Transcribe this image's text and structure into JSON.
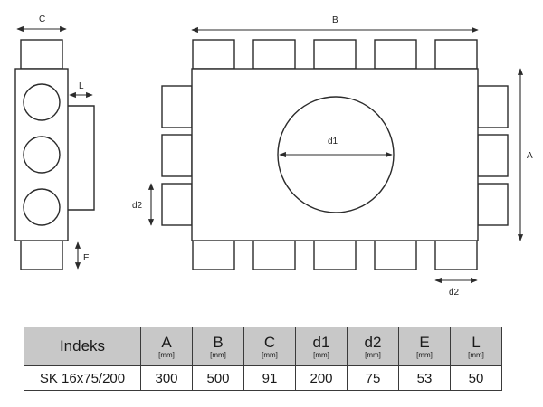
{
  "diagram": {
    "labels": {
      "C": "C",
      "B": "B",
      "A": "A",
      "L": "L",
      "E": "E",
      "d1": "d1",
      "d2_left": "d2",
      "d2_bottom": "d2"
    }
  },
  "table": {
    "index_header": "Indeks",
    "columns": [
      {
        "name": "A",
        "unit": "[mm]"
      },
      {
        "name": "B",
        "unit": "[mm]"
      },
      {
        "name": "C",
        "unit": "[mm]"
      },
      {
        "name": "d1",
        "unit": "[mm]"
      },
      {
        "name": "d2",
        "unit": "[mm]"
      },
      {
        "name": "E",
        "unit": "[mm]"
      },
      {
        "name": "L",
        "unit": "[mm]"
      }
    ],
    "row": {
      "index": "SK 16x75/200",
      "values": [
        "300",
        "500",
        "91",
        "200",
        "75",
        "53",
        "50"
      ]
    }
  }
}
